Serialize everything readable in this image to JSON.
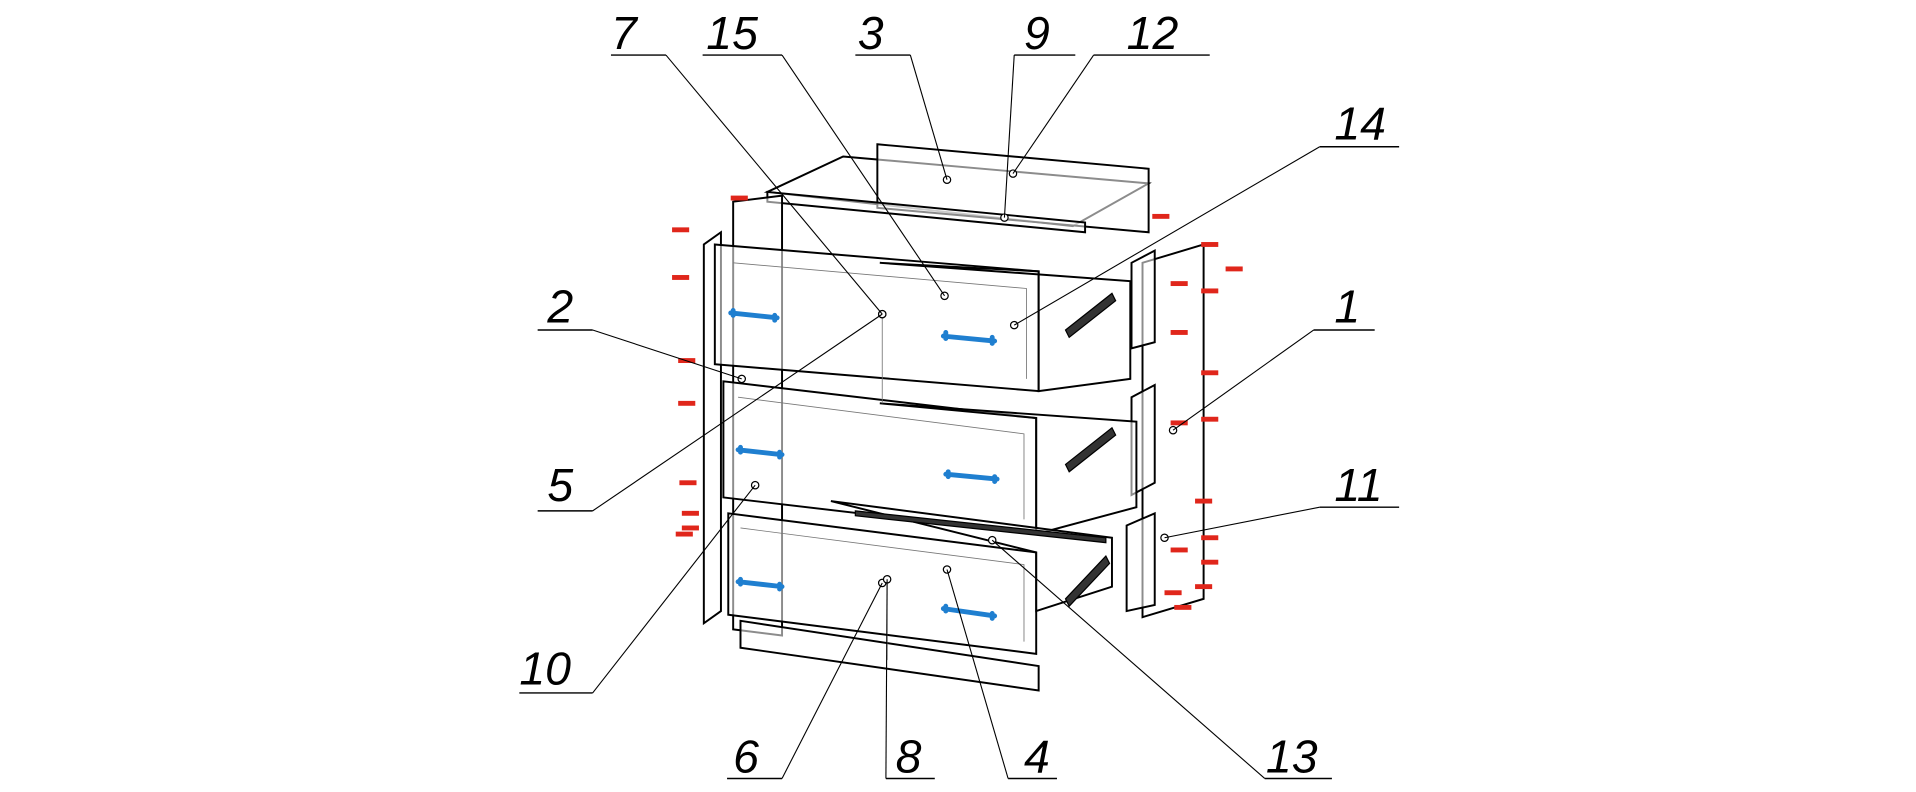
{
  "diagram": {
    "type": "exploded-assembly",
    "part_labels": {
      "p7": "7",
      "p15": "15",
      "p3": "3",
      "p9": "9",
      "p12": "12",
      "p14": "14",
      "p2": "2",
      "p1": "1",
      "p5": "5",
      "p11": "11",
      "p10": "10",
      "p6": "6",
      "p8": "8",
      "p4": "4",
      "p13": "13"
    },
    "colors": {
      "handle": "#1f7fd0",
      "screw": "#e0261b",
      "line": "#000000"
    }
  }
}
